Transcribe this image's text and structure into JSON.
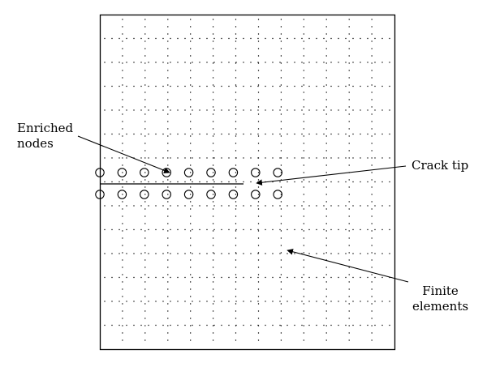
{
  "labels": {
    "enriched_nodes": [
      "Enriched",
      "nodes"
    ],
    "crack_tip": "Crack tip",
    "finite_elements": [
      "Finite",
      "elements"
    ]
  },
  "mesh": {
    "columns": 13,
    "rows": 14,
    "enriched_nodes_per_row": 9
  },
  "colors": {
    "stroke": "#000000",
    "background": "#ffffff"
  }
}
